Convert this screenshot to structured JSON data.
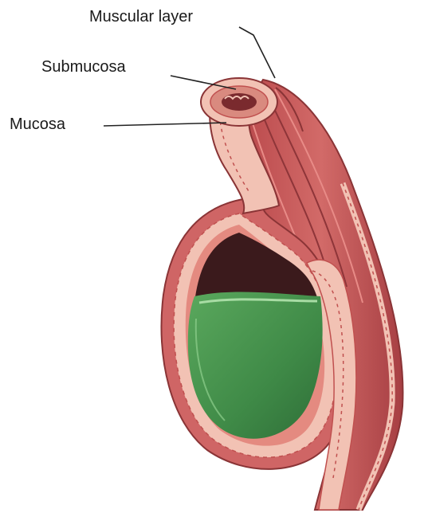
{
  "labels": {
    "muscular": "Muscular layer",
    "submucosa": "Submucosa",
    "mucosa": "Mucosa"
  },
  "colors": {
    "background": "#ffffff",
    "muscle": "#c8595a",
    "muscle_dark": "#9c3a3d",
    "submucosa": "#f2c2b4",
    "mucosa": "#e48a80",
    "fluid": "#4e9a54",
    "fluid_light": "#7cc07b",
    "leader": "#222222"
  }
}
